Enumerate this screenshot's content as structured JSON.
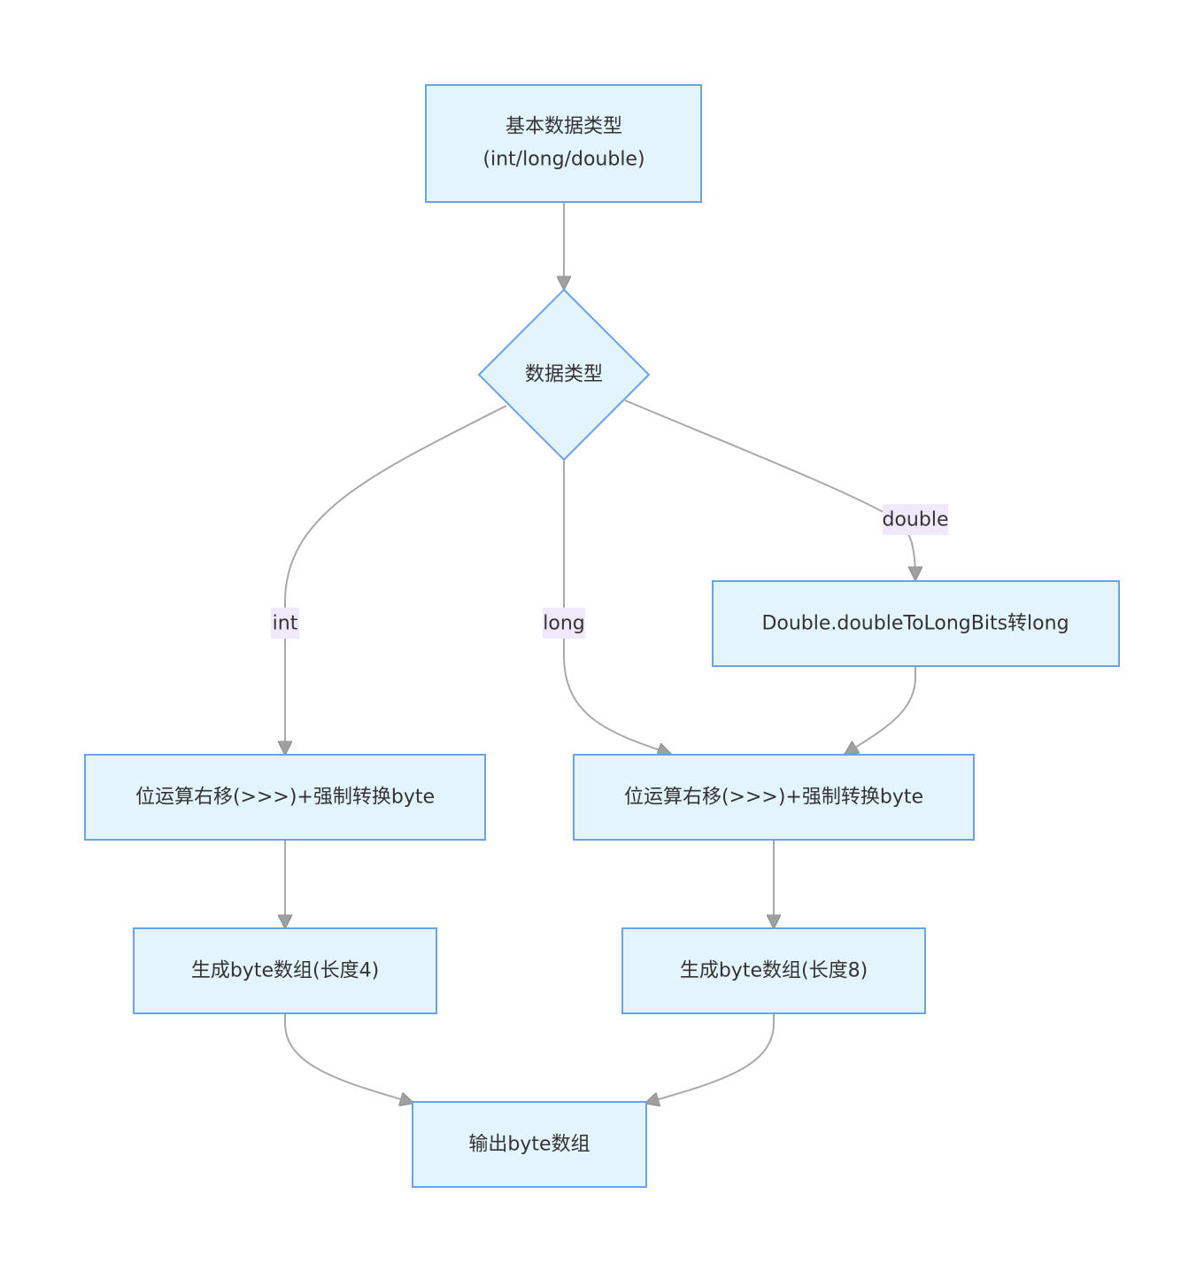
{
  "nodes": {
    "start": {
      "line1": "基本数据类型",
      "line2": "(int/long/double)"
    },
    "decision": {
      "label": "数据类型"
    },
    "convert_double": {
      "label": "Double.doubleToLongBits转long"
    },
    "shift_int": {
      "label": "位运算右移(>>>)+强制转换byte"
    },
    "shift_long": {
      "label": "位运算右移(>>>)+强制转换byte"
    },
    "array4": {
      "label": "生成byte数组(长度4)"
    },
    "array8": {
      "label": "生成byte数组(长度8)"
    },
    "output": {
      "label": "输出byte数组"
    }
  },
  "edge_labels": {
    "int": "int",
    "long": "long",
    "double": "double"
  },
  "colors": {
    "node_fill": "#e3f4fc",
    "node_stroke": "#6aa2ea",
    "edge": "#a9a9a9",
    "edge_label_bg": "#f2e8fb",
    "text": "#333333"
  }
}
